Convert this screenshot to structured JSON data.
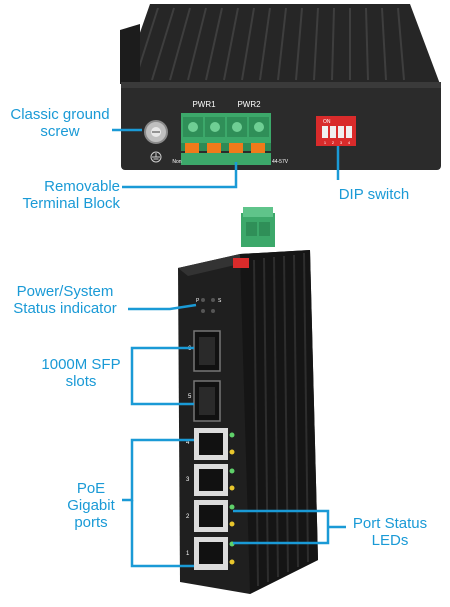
{
  "callouts": {
    "ground": "Classic ground screw",
    "terminal": "Removable Terminal Block",
    "dip": "DIP switch",
    "power": "Power/System Status indicator",
    "sfp": "1000M SFP slots",
    "poe": "PoE Gigabit ports",
    "port_leds": "Port Status LEDs"
  },
  "device_labels": {
    "pwr1": "PWR1",
    "pwr2": "PWR2",
    "dip_on": "ON",
    "dip_nums": [
      "1",
      "2",
      "3",
      "4"
    ],
    "voltage": "44-57V",
    "non": "Non",
    "led_p": "P",
    "led_s": "S",
    "port_nums": [
      "6",
      "5",
      "4",
      "3",
      "2",
      "1"
    ]
  },
  "colors": {
    "callout_blue": "#1a9ad6",
    "terminal_green": "#3ca86a",
    "terminal_orange": "#f07a1a",
    "dip_red": "#d92b2b",
    "chassis": "#2a2a2a"
  }
}
